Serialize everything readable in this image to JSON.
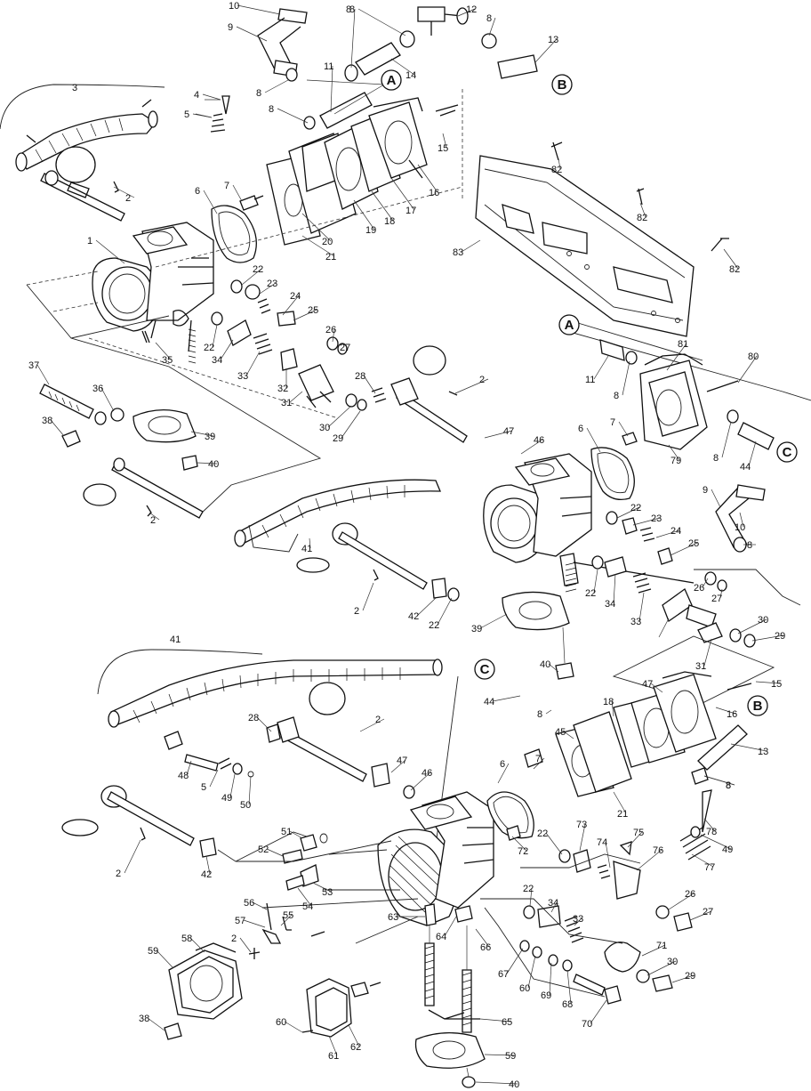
{
  "diagram": {
    "callouts": [
      "A",
      "B",
      "C"
    ],
    "part_numbers": [
      "1",
      "2",
      "3",
      "4",
      "5",
      "6",
      "7",
      "8",
      "9",
      "10",
      "11",
      "12",
      "13",
      "14",
      "15",
      "16",
      "17",
      "18",
      "19",
      "20",
      "21",
      "22",
      "23",
      "24",
      "25",
      "26",
      "27",
      "28",
      "29",
      "30",
      "31",
      "32",
      "33",
      "34",
      "35",
      "36",
      "37",
      "38",
      "39",
      "40",
      "41",
      "42",
      "44",
      "45",
      "46",
      "47",
      "48",
      "49",
      "50",
      "51",
      "52",
      "53",
      "54",
      "55",
      "56",
      "57",
      "58",
      "59",
      "60",
      "61",
      "62",
      "63",
      "64",
      "65",
      "66",
      "67",
      "68",
      "69",
      "70",
      "71",
      "72",
      "73",
      "74",
      "75",
      "76",
      "77",
      "78",
      "79",
      "80",
      "81",
      "82",
      "83"
    ]
  }
}
